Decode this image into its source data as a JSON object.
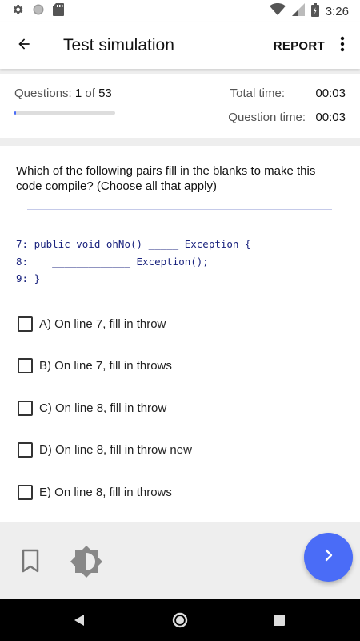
{
  "status_bar": {
    "time": "3:26",
    "icons": [
      "settings-icon",
      "circle-icon",
      "sd-card-icon",
      "wifi-icon",
      "signal-icon",
      "battery-icon"
    ]
  },
  "app_bar": {
    "title": "Test simulation",
    "report_label": "REPORT",
    "icons": [
      "back-arrow-icon",
      "more-vert-icon"
    ]
  },
  "stats": {
    "questions_label": "Questions:",
    "current": "1",
    "of_label": "of",
    "total": "53",
    "progress_fraction": 0.019,
    "total_time_label": "Total time:",
    "total_time_value": "00:03",
    "question_time_label": "Question time:",
    "question_time_value": "00:03"
  },
  "question": {
    "text": "Which of the following pairs fill in the blanks to make this code compile? (Choose all that apply)",
    "code_lines": [
      "7: public void ohNo() _____ Exception {",
      "8:    _____________ Exception();",
      "9: }"
    ]
  },
  "options": [
    {
      "label": "A) On line 7, fill in throw",
      "checked": false
    },
    {
      "label": "B) On line 7, fill in throws",
      "checked": false
    },
    {
      "label": "C) On line 8, fill in throw",
      "checked": false
    },
    {
      "label": "D) On line 8, fill in throw new",
      "checked": false
    },
    {
      "label": "E) On line 8, fill in throws",
      "checked": false
    }
  ],
  "bottom_bar": {
    "icons": [
      "bookmark-icon",
      "brightness-icon",
      "chevron-right-icon"
    ]
  },
  "colors": {
    "accent": "#4a6cf7",
    "code": "#1a237e",
    "background": "#eeeeee"
  }
}
